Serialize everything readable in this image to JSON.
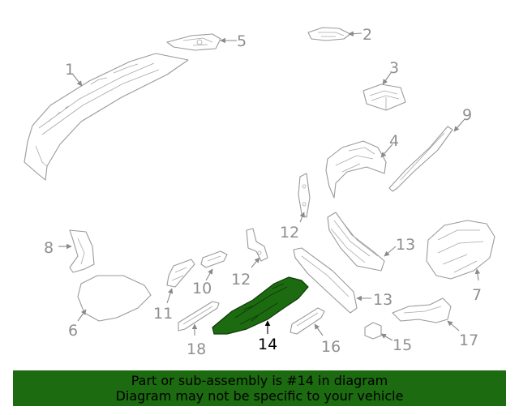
{
  "callouts": {
    "c1": "1",
    "c2": "2",
    "c3": "3",
    "c4": "4",
    "c5": "5",
    "c6": "6",
    "c7": "7",
    "c8": "8",
    "c9": "9",
    "c10": "10",
    "c11": "11",
    "c12a": "12",
    "c12b": "12",
    "c13a": "13",
    "c13b": "13",
    "c14": "14",
    "c15": "15",
    "c16": "16",
    "c17": "17",
    "c18": "18"
  },
  "highlight_color": "#1d6b10",
  "banner": {
    "line1": "Part or sub-assembly is #14 in diagram",
    "line2": "Diagram may not be specific to your vehicle"
  }
}
